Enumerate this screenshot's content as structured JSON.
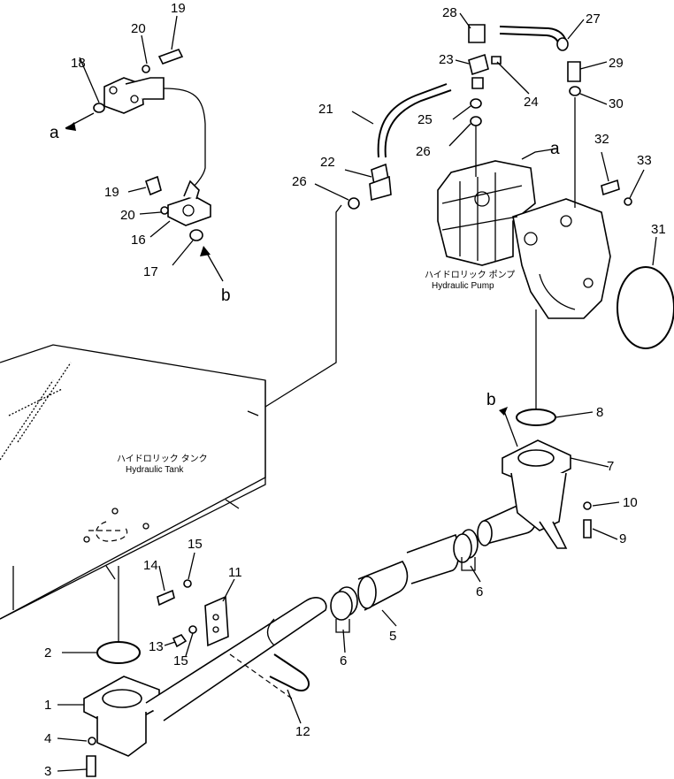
{
  "labels": {
    "a": "a",
    "b": "b",
    "n1": "1",
    "n2": "2",
    "n3": "3",
    "n4": "4",
    "n5": "5",
    "n6": "6",
    "n7": "7",
    "n8": "8",
    "n9": "9",
    "n10": "10",
    "n11": "11",
    "n12": "12",
    "n13": "13",
    "n14": "14",
    "n15": "15",
    "n16": "16",
    "n17": "17",
    "n18": "18",
    "n19": "19",
    "n20": "20",
    "n21": "21",
    "n22": "22",
    "n23": "23",
    "n24": "24",
    "n25": "25",
    "n26": "26",
    "n27": "27",
    "n28": "28",
    "n29": "29",
    "n30": "30",
    "n31": "31",
    "n32": "32",
    "n33": "33"
  },
  "captions": {
    "pump_jp": "ハイドロリック ポンプ",
    "pump_en": "Hydraulic Pump",
    "tank_jp": "ハイドロリック タンク",
    "tank_en": "Hydraulic Tank"
  }
}
